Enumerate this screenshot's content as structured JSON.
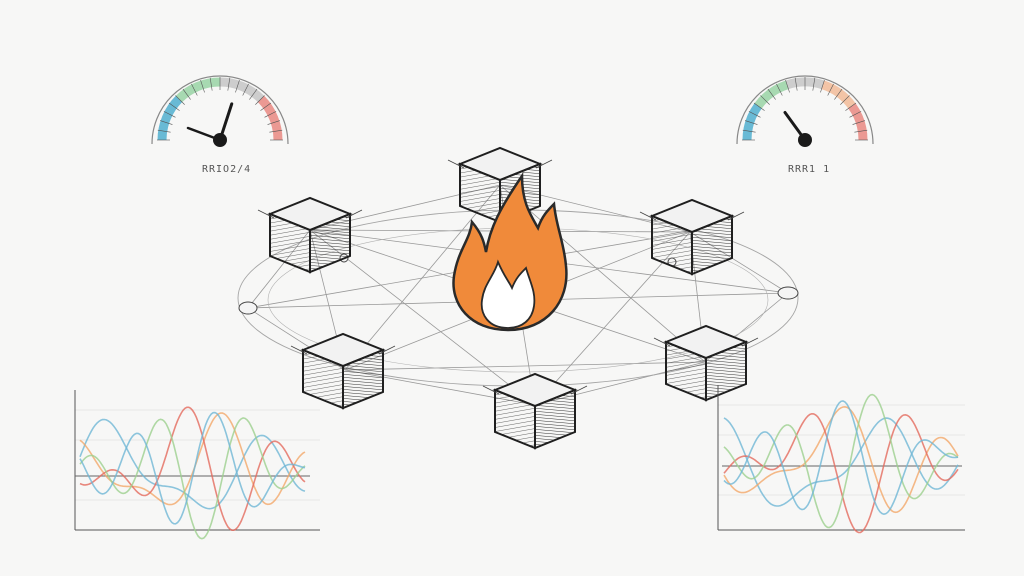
{
  "gauges": [
    {
      "label": "RRIO2/4",
      "level": 0.6,
      "scale_colors": [
        "#3aa6c9",
        "#8ccf9a",
        "#bfbfbf",
        "#e77a72"
      ]
    },
    {
      "label": "RRR1 1",
      "level": 0.3,
      "scale_colors": [
        "#3aa6c9",
        "#8ccf9a",
        "#bfbfbf",
        "#f2b38b",
        "#e77a72"
      ]
    }
  ],
  "colors": {
    "flame_outer": "#f08a3a",
    "flame_inner": "#ffffff",
    "sketch": "#2a2a2a",
    "wave_blue": "#6fb6d6",
    "wave_orange": "#f2a86a",
    "wave_red": "#e46a5e",
    "wave_green": "#9ccf8e"
  },
  "icons": {
    "center": "flame-icon",
    "nodes": "cube-icon"
  }
}
